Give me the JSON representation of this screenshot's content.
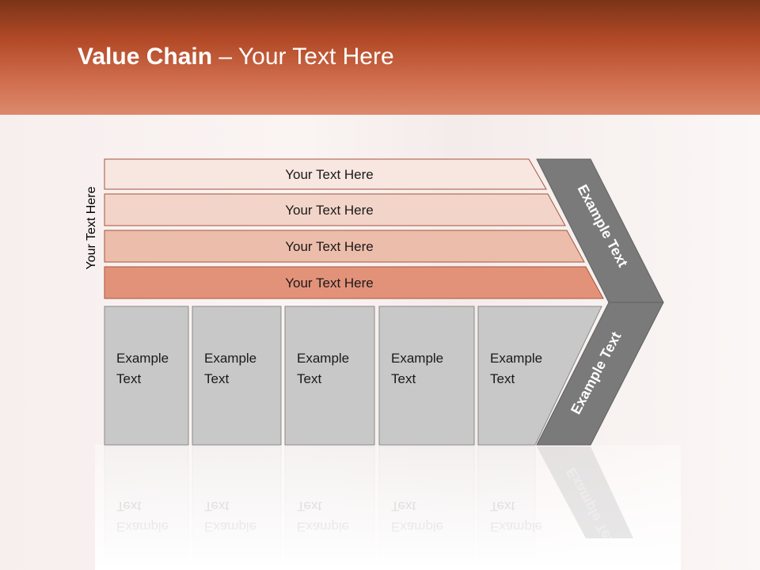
{
  "title": {
    "bold": "Value Chain",
    "rest": " – Your Text Here"
  },
  "side_label": "Your Text Here",
  "rows": [
    {
      "label": "Your Text Here",
      "fill": "#f8e6e0"
    },
    {
      "label": "Your Text Here",
      "fill": "#f3d4c8"
    },
    {
      "label": "Your Text Here",
      "fill": "#edbdab"
    },
    {
      "label": "Your Text Here",
      "fill": "#e3927a"
    }
  ],
  "columns": [
    {
      "line1": "Example",
      "line2": "Text"
    },
    {
      "line1": "Example",
      "line2": "Text"
    },
    {
      "line1": "Example",
      "line2": "Text"
    },
    {
      "line1": "Example",
      "line2": "Text"
    },
    {
      "line1": "Example",
      "line2": "Text"
    }
  ],
  "arrow": {
    "upper_label": "Example Text",
    "lower_label": "Example Text",
    "color": "#7a7a7a"
  },
  "colors": {
    "header": "#b34a27",
    "column_fill": "#c8c8c8",
    "row_stroke": "#a4553b"
  }
}
